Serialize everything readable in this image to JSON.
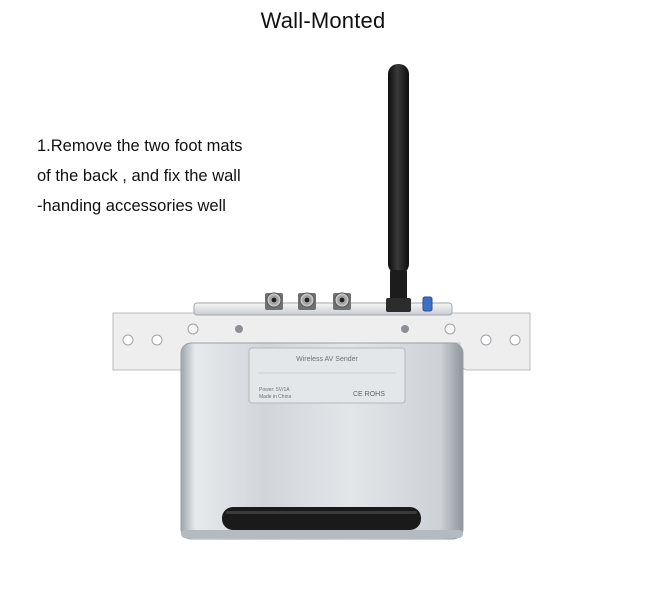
{
  "page": {
    "title": "Wall-Monted",
    "instructions": [
      "1.Remove the two foot mats",
      "of  the back , and fix the wall",
      "-handing accessories well"
    ]
  },
  "device_label": {
    "name": "Wireless AV Sender",
    "power": "Power: 5V/1A",
    "origin": "Made in China",
    "marks": "CE ROHS"
  },
  "colors": {
    "background": "#ffffff",
    "device_body": "#d9dde2",
    "bracket": "#eeeeee",
    "antenna": "#1b1b1b",
    "accent_button": "#3d6fc4"
  }
}
